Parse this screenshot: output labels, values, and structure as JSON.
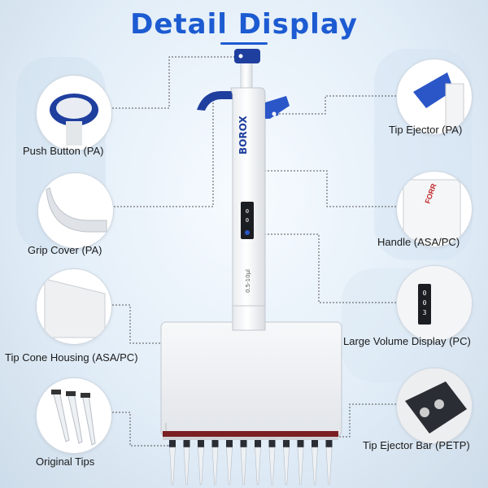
{
  "title": "Detail Display",
  "brand": "BOROX",
  "volume_range": "0.5-10µl",
  "callouts": {
    "push_button": "Push Button (PA)",
    "tip_ejector": "Tip Ejector (PA)",
    "grip_cover": "Grip Cover (PA)",
    "handle": "Handle (ASA/PC)",
    "tip_cone_housing": "Tip Cone Housing (ASA/PC)",
    "large_volume_display": "Large Volume Display (PC)",
    "original_tips": "Original Tips",
    "tip_ejector_bar": "Tip Ejector Bar (PETP)"
  },
  "display_digits": [
    "0",
    "0",
    "3"
  ],
  "colors": {
    "accent_blue": "#1c5bd1",
    "pipette_blue": "#1f3f9e",
    "tip_ejector_blue": "#2b56c8",
    "body_white": "#f4f6f8"
  }
}
